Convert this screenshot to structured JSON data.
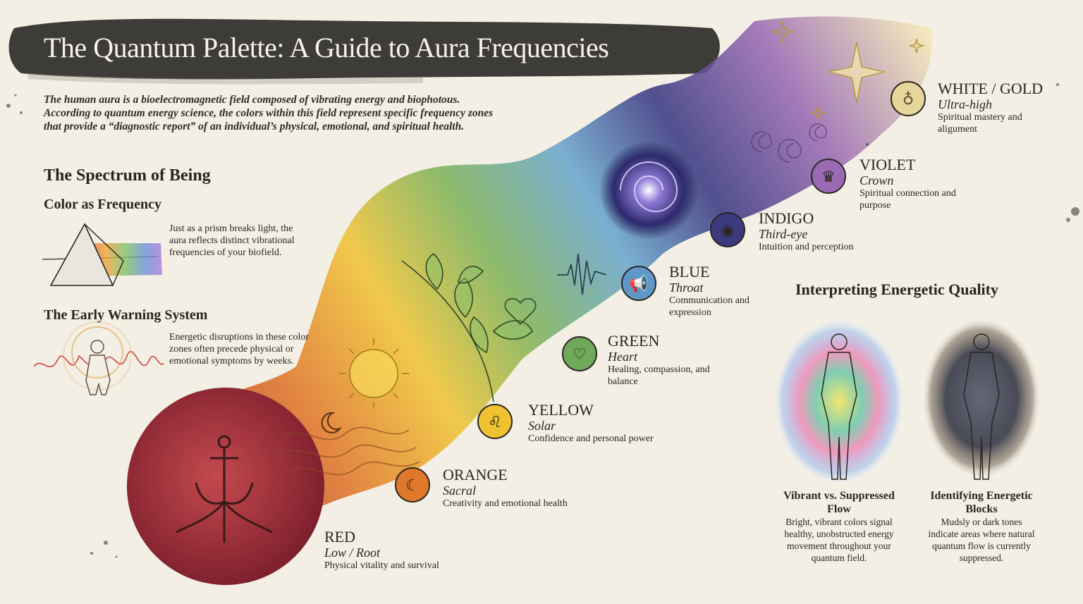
{
  "title": "The Quantum Palette: A Guide to Aura Frequencies",
  "intro": "The human aura is a bioelectromagnetic field composed of vibrating energy and biophotous. According to quantum energy science, the colors within this field represent specific frequency zones that provide a “diagnostic report” of an individual’s physical, emotional, and spiritual health.",
  "spectrum": {
    "heading": "The Spectrum of Being",
    "color_heading": "Color as Frequency",
    "color_text": "Just as a prism breaks light, the aura reflects distinct vibrational frequencies of your biofield.",
    "warning_heading": "The Early Warning System",
    "warning_text": "Energetic disruptions in these color zones often precede physical or emotional symptoms by weeks."
  },
  "zones": [
    {
      "name": "RED",
      "sub": "Low / Root",
      "desc": "Physical vitality and survival",
      "icon": "anchor-icon",
      "color": "#9e2a35"
    },
    {
      "name": "ORANGE",
      "sub": "Sacral",
      "desc": "Creativity and emotional health",
      "icon": "crescent-moon-icon",
      "color": "#e0782c"
    },
    {
      "name": "YELLOW",
      "sub": "Solar",
      "desc": "Confidence and personal power",
      "icon": "lion-icon",
      "color": "#f0c232"
    },
    {
      "name": "GREEN",
      "sub": "Heart",
      "desc": "Healing, compassion, and balance",
      "icon": "heart-icon",
      "color": "#6fa95a"
    },
    {
      "name": "BLUE",
      "sub": "Throat",
      "desc": "Communication and expression",
      "icon": "megaphone-icon",
      "color": "#5f98c8"
    },
    {
      "name": "INDIGO",
      "sub": "Third-eye",
      "desc": "Intuition and perception",
      "icon": "eye-icon",
      "color": "#3c3a7e"
    },
    {
      "name": "VIOLET",
      "sub": "Crown",
      "desc": "Spiritual connection and purpose",
      "icon": "crown-icon",
      "color": "#9a6bb4"
    },
    {
      "name": "WHITE / GOLD",
      "sub": "Ultra-high",
      "desc": "Spiritual mastery and aligument",
      "icon": "planet-icon",
      "color": "#e6d69a"
    }
  ],
  "interpreting": {
    "heading": "Interpreting Energetic Quality",
    "vibrant_title": "Vibrant vs. Suppressed Flow",
    "vibrant_desc": "Bright, vibrant colors signal healthy, unobstructed energy movement throughout your quantum field.",
    "blocks_title": "Identifying Energetic Blocks",
    "blocks_desc": "Mudsly or dark tones indicate areas where natural quantum flow is currently suppressed."
  }
}
